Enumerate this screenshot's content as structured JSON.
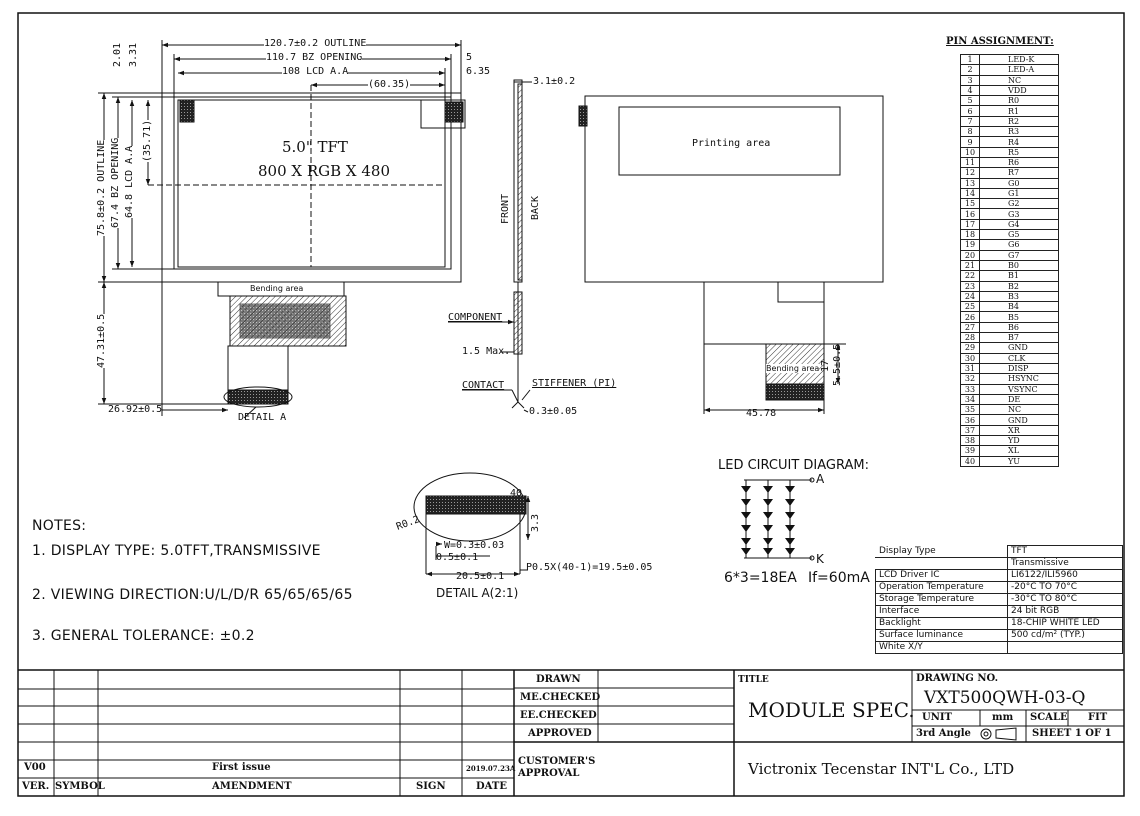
{
  "dims": {
    "outline_w": "120.7±0.2 OUTLINE",
    "bz_w": "110.7 BZ OPENING",
    "lcd_w": "108 LCD A.A",
    "offset_w": "(60.35)",
    "dim_5": "5",
    "dim_635": "6.35",
    "dim_201": "2.01",
    "dim_331": "3.31",
    "outline_h": "75.8±0.2 OUTLINE",
    "bz_h": "67.4 BZ OPENING",
    "lcd_h": "64.8 LCD A.A",
    "offset_h": "(35.71)",
    "fpc_len": "47.31±0.5",
    "fpc_x": "26.92±0.5",
    "detail_a": "DETAIL A",
    "thick": "3.1±0.2",
    "front": "FRONT",
    "back": "BACK",
    "component": "COMPONENT",
    "max15": "1.5 Max.",
    "contact": "CONTACT",
    "stiffener": "STIFFENER (PI)",
    "dim_03": "0.3±0.05",
    "bending_area": "Bending area",
    "printing_area": "Printing area",
    "dim_4578": "45.78",
    "dim_17": "17",
    "dim_55": "5.5±0.5",
    "detail_pin": "40",
    "r02": "R0.2",
    "d33": "3.3",
    "w03": "W=0.3±0.03",
    "d05": "0.5±0.1",
    "d205": "20.5±0.1",
    "pitch": "P0.5X(40-1)=19.5±0.05",
    "detail_a21": "DETAIL A(2:1)"
  },
  "display": {
    "size": "5.0\" TFT",
    "resolution": "800 X RGB X 480"
  },
  "led": {
    "title": "LED CIRCUIT DIAGRAM:",
    "anode": "A",
    "cathode": "K",
    "count": "6*3=18EA",
    "current": "If=60mA"
  },
  "pin_title": "PIN ASSIGNMENT:",
  "pins": [
    {
      "n": "1",
      "s": "LED-K"
    },
    {
      "n": "2",
      "s": "LED-A"
    },
    {
      "n": "3",
      "s": "NC"
    },
    {
      "n": "4",
      "s": "VDD"
    },
    {
      "n": "5",
      "s": "R0"
    },
    {
      "n": "6",
      "s": "R1"
    },
    {
      "n": "7",
      "s": "R2"
    },
    {
      "n": "8",
      "s": "R3"
    },
    {
      "n": "9",
      "s": "R4"
    },
    {
      "n": "10",
      "s": "R5"
    },
    {
      "n": "11",
      "s": "R6"
    },
    {
      "n": "12",
      "s": "R7"
    },
    {
      "n": "13",
      "s": "G0"
    },
    {
      "n": "14",
      "s": "G1"
    },
    {
      "n": "15",
      "s": "G2"
    },
    {
      "n": "16",
      "s": "G3"
    },
    {
      "n": "17",
      "s": "G4"
    },
    {
      "n": "18",
      "s": "G5"
    },
    {
      "n": "19",
      "s": "G6"
    },
    {
      "n": "20",
      "s": "G7"
    },
    {
      "n": "21",
      "s": "B0"
    },
    {
      "n": "22",
      "s": "B1"
    },
    {
      "n": "23",
      "s": "B2"
    },
    {
      "n": "24",
      "s": "B3"
    },
    {
      "n": "25",
      "s": "B4"
    },
    {
      "n": "26",
      "s": "B5"
    },
    {
      "n": "27",
      "s": "B6"
    },
    {
      "n": "28",
      "s": "B7"
    },
    {
      "n": "29",
      "s": "GND"
    },
    {
      "n": "30",
      "s": "CLK"
    },
    {
      "n": "31",
      "s": "DISP"
    },
    {
      "n": "32",
      "s": "HSYNC"
    },
    {
      "n": "33",
      "s": "VSYNC"
    },
    {
      "n": "34",
      "s": "DE"
    },
    {
      "n": "35",
      "s": "NC"
    },
    {
      "n": "36",
      "s": "GND"
    },
    {
      "n": "37",
      "s": "XR"
    },
    {
      "n": "38",
      "s": "YD"
    },
    {
      "n": "39",
      "s": "XL"
    },
    {
      "n": "40",
      "s": "YU"
    }
  ],
  "specs": [
    {
      "k": "Display Type",
      "v": "TFT"
    },
    {
      "k": "",
      "v": "Transmissive"
    },
    {
      "k": "LCD Driver IC",
      "v": "LI6122/ILI5960"
    },
    {
      "k": "Operation Temperature",
      "v": "-20°C TO 70°C"
    },
    {
      "k": "Storage Temperature",
      "v": "-30°C TO 80°C"
    },
    {
      "k": "Interface",
      "v": "24 bit RGB"
    },
    {
      "k": "Backlight",
      "v": "18-CHIP WHITE LED"
    },
    {
      "k": "Surface luminance",
      "v": "500 cd/m² (TYP.)"
    },
    {
      "k": "White X/Y",
      "v": ""
    }
  ],
  "notes": {
    "heading": "NOTES:",
    "items": [
      "1. DISPLAY TYPE: 5.0TFT,TRANSMISSIVE",
      "2. VIEWING DIRECTION:U/L/D/R 65/65/65/65",
      "3. GENERAL TOLERANCE: ±0.2"
    ]
  },
  "revision": {
    "ver": "V00",
    "amendment": "First issue",
    "date": "2019.07.23A",
    "headers": {
      "ver": "VER.",
      "symbol": "SYMBOL",
      "amendment": "AMENDMENT",
      "sign": "SIGN",
      "date": "DATE"
    }
  },
  "approval": {
    "drawn": "DRAWN",
    "me_checked": "ME.CHECKED",
    "ee_checked": "EE.CHECKED",
    "approved": "APPROVED",
    "customer": "CUSTOMER'S\nAPPROVAL"
  },
  "title_block": {
    "title_label": "TITLE",
    "title": "MODULE SPEC.",
    "drawing_no_label": "DRAWING NO.",
    "drawing_no": "VXT500QWH-03-Q",
    "unit_label": "UNIT",
    "unit": "mm",
    "scale_label": "SCALE",
    "scale": "FIT",
    "angle": "3rd Angle",
    "sheet": "SHEET 1 OF 1",
    "company": "Victronix Tecenstar INT'L Co., LTD"
  }
}
